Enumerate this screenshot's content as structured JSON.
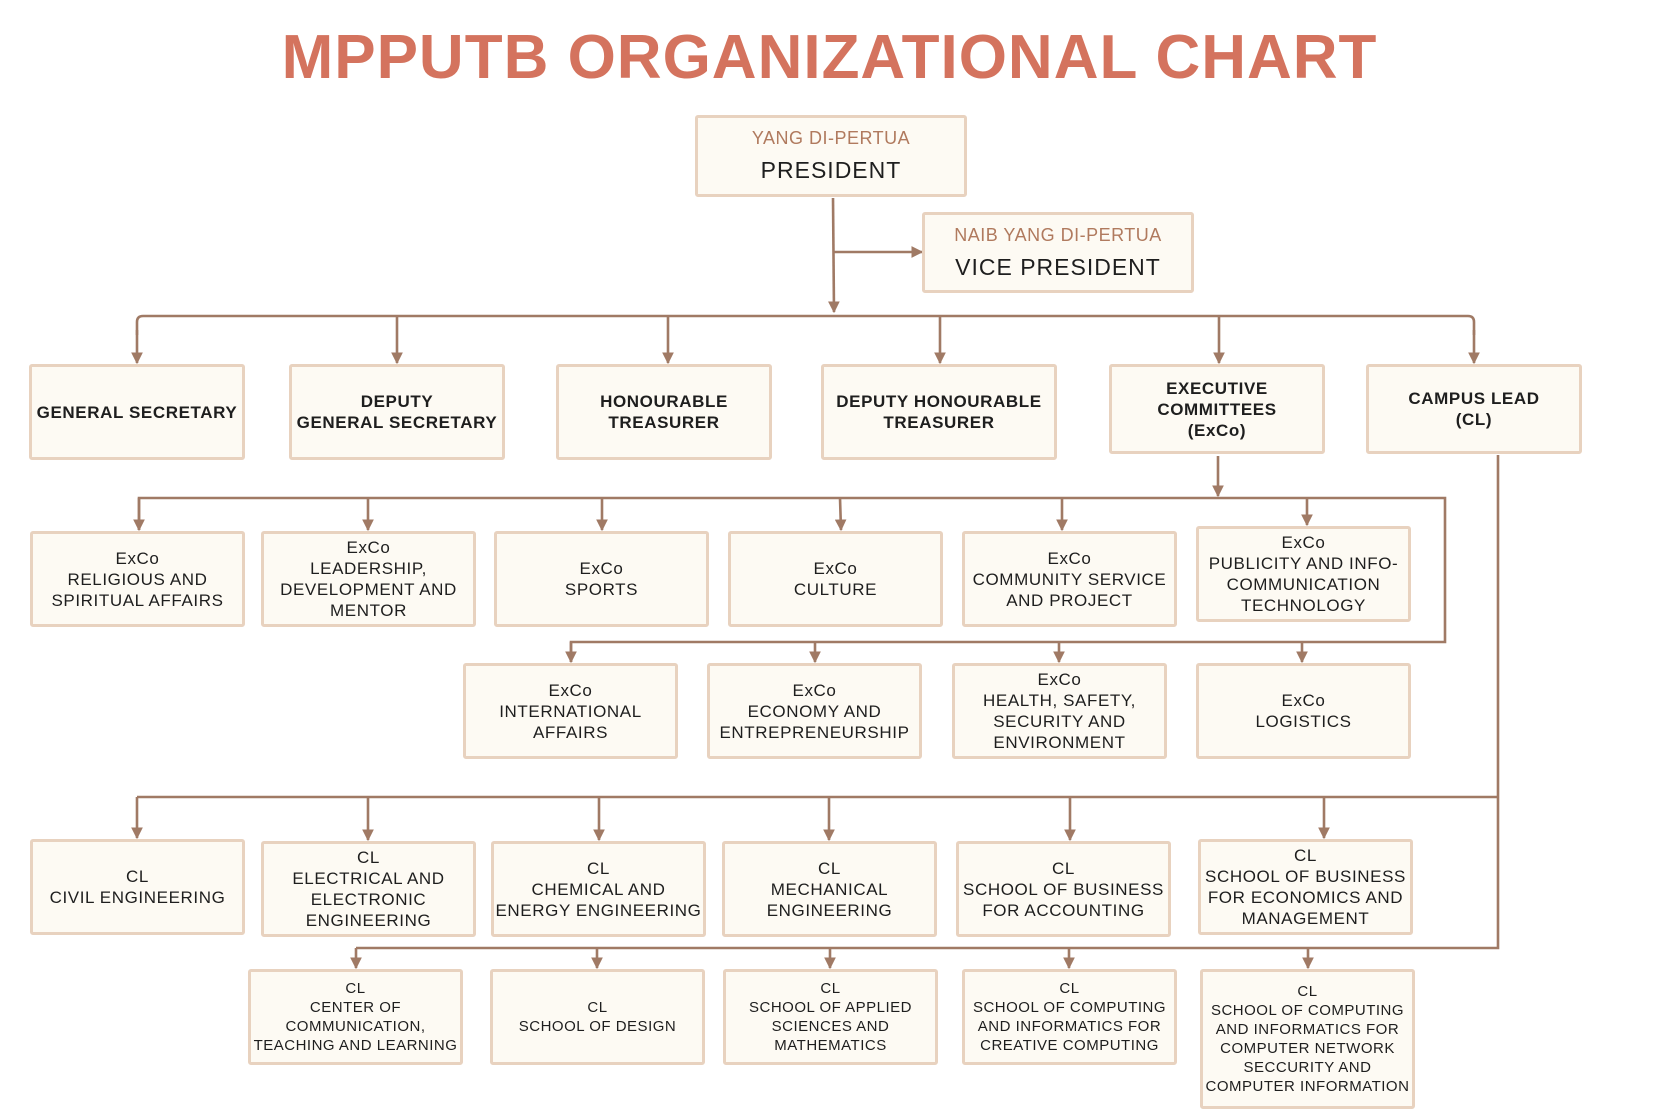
{
  "title": "MPPUTB ORGANIZATIONAL CHART",
  "president": {
    "sup": "YANG DI-PERTUA",
    "main": "PRESIDENT"
  },
  "vice_president": {
    "sup": "NAIB YANG DI-PERTUA",
    "main": "VICE PRESIDENT"
  },
  "officers": [
    {
      "lines": [
        "GENERAL SECRETARY"
      ]
    },
    {
      "lines": [
        "DEPUTY",
        "GENERAL SECRETARY"
      ]
    },
    {
      "lines": [
        "HONOURABLE",
        "TREASURER"
      ]
    },
    {
      "lines": [
        "DEPUTY HONOURABLE",
        "TREASURER"
      ]
    },
    {
      "lines": [
        "EXECUTIVE",
        "COMMITTEES",
        "(ExCo)"
      ]
    },
    {
      "lines": [
        "CAMPUS LEAD",
        "(CL)"
      ]
    }
  ],
  "exco_row1": [
    {
      "lines": [
        "ExCo",
        "RELIGIOUS AND",
        "SPIRITUAL AFFAIRS"
      ]
    },
    {
      "lines": [
        "ExCo",
        "LEADERSHIP,",
        "DEVELOPMENT AND",
        "MENTOR"
      ]
    },
    {
      "lines": [
        "ExCo",
        "SPORTS"
      ]
    },
    {
      "lines": [
        "ExCo",
        "CULTURE"
      ]
    },
    {
      "lines": [
        "ExCo",
        "COMMUNITY SERVICE",
        "AND PROJECT"
      ]
    },
    {
      "lines": [
        "ExCo",
        "PUBLICITY AND INFO-",
        "COMMUNICATION",
        "TECHNOLOGY"
      ]
    }
  ],
  "exco_row2": [
    {
      "lines": [
        "ExCo",
        "INTERNATIONAL",
        "AFFAIRS"
      ]
    },
    {
      "lines": [
        "ExCo",
        "ECONOMY AND",
        "ENTREPRENEURSHIP"
      ]
    },
    {
      "lines": [
        "ExCo",
        "HEALTH, SAFETY,",
        "SECURITY AND",
        "ENVIRONMENT"
      ]
    },
    {
      "lines": [
        "ExCo",
        "LOGISTICS"
      ]
    }
  ],
  "cl_row1": [
    {
      "lines": [
        "CL",
        "CIVIL ENGINEERING"
      ]
    },
    {
      "lines": [
        "CL",
        "ELECTRICAL AND",
        "ELECTRONIC",
        "ENGINEERING"
      ]
    },
    {
      "lines": [
        "CL",
        "CHEMICAL AND",
        "ENERGY ENGINEERING"
      ]
    },
    {
      "lines": [
        "CL",
        "MECHANICAL",
        "ENGINEERING"
      ]
    },
    {
      "lines": [
        "CL",
        "SCHOOL OF BUSINESS",
        "FOR ACCOUNTING"
      ]
    },
    {
      "lines": [
        "CL",
        "SCHOOL OF BUSINESS",
        "FOR ECONOMICS AND",
        "MANAGEMENT"
      ]
    }
  ],
  "cl_row2": [
    {
      "lines": [
        "CL",
        "CENTER OF",
        "COMMUNICATION,",
        "TEACHING AND LEARNING"
      ]
    },
    {
      "lines": [
        "CL",
        "SCHOOL OF DESIGN"
      ]
    },
    {
      "lines": [
        "CL",
        "SCHOOL OF APPLIED",
        "SCIENCES AND",
        "MATHEMATICS"
      ]
    },
    {
      "lines": [
        "CL",
        "SCHOOL OF COMPUTING",
        "AND INFORMATICS FOR",
        "CREATIVE COMPUTING"
      ]
    },
    {
      "lines": [
        "CL",
        "SCHOOL OF COMPUTING",
        "AND INFORMATICS FOR",
        "COMPUTER NETWORK",
        "SECCURITY AND",
        "COMPUTER INFORMATION"
      ]
    }
  ],
  "colors": {
    "title": "#d4735e",
    "line": "#a07a65",
    "box_border": "#e8d2bf",
    "box_fill": "#fdfaf3"
  }
}
